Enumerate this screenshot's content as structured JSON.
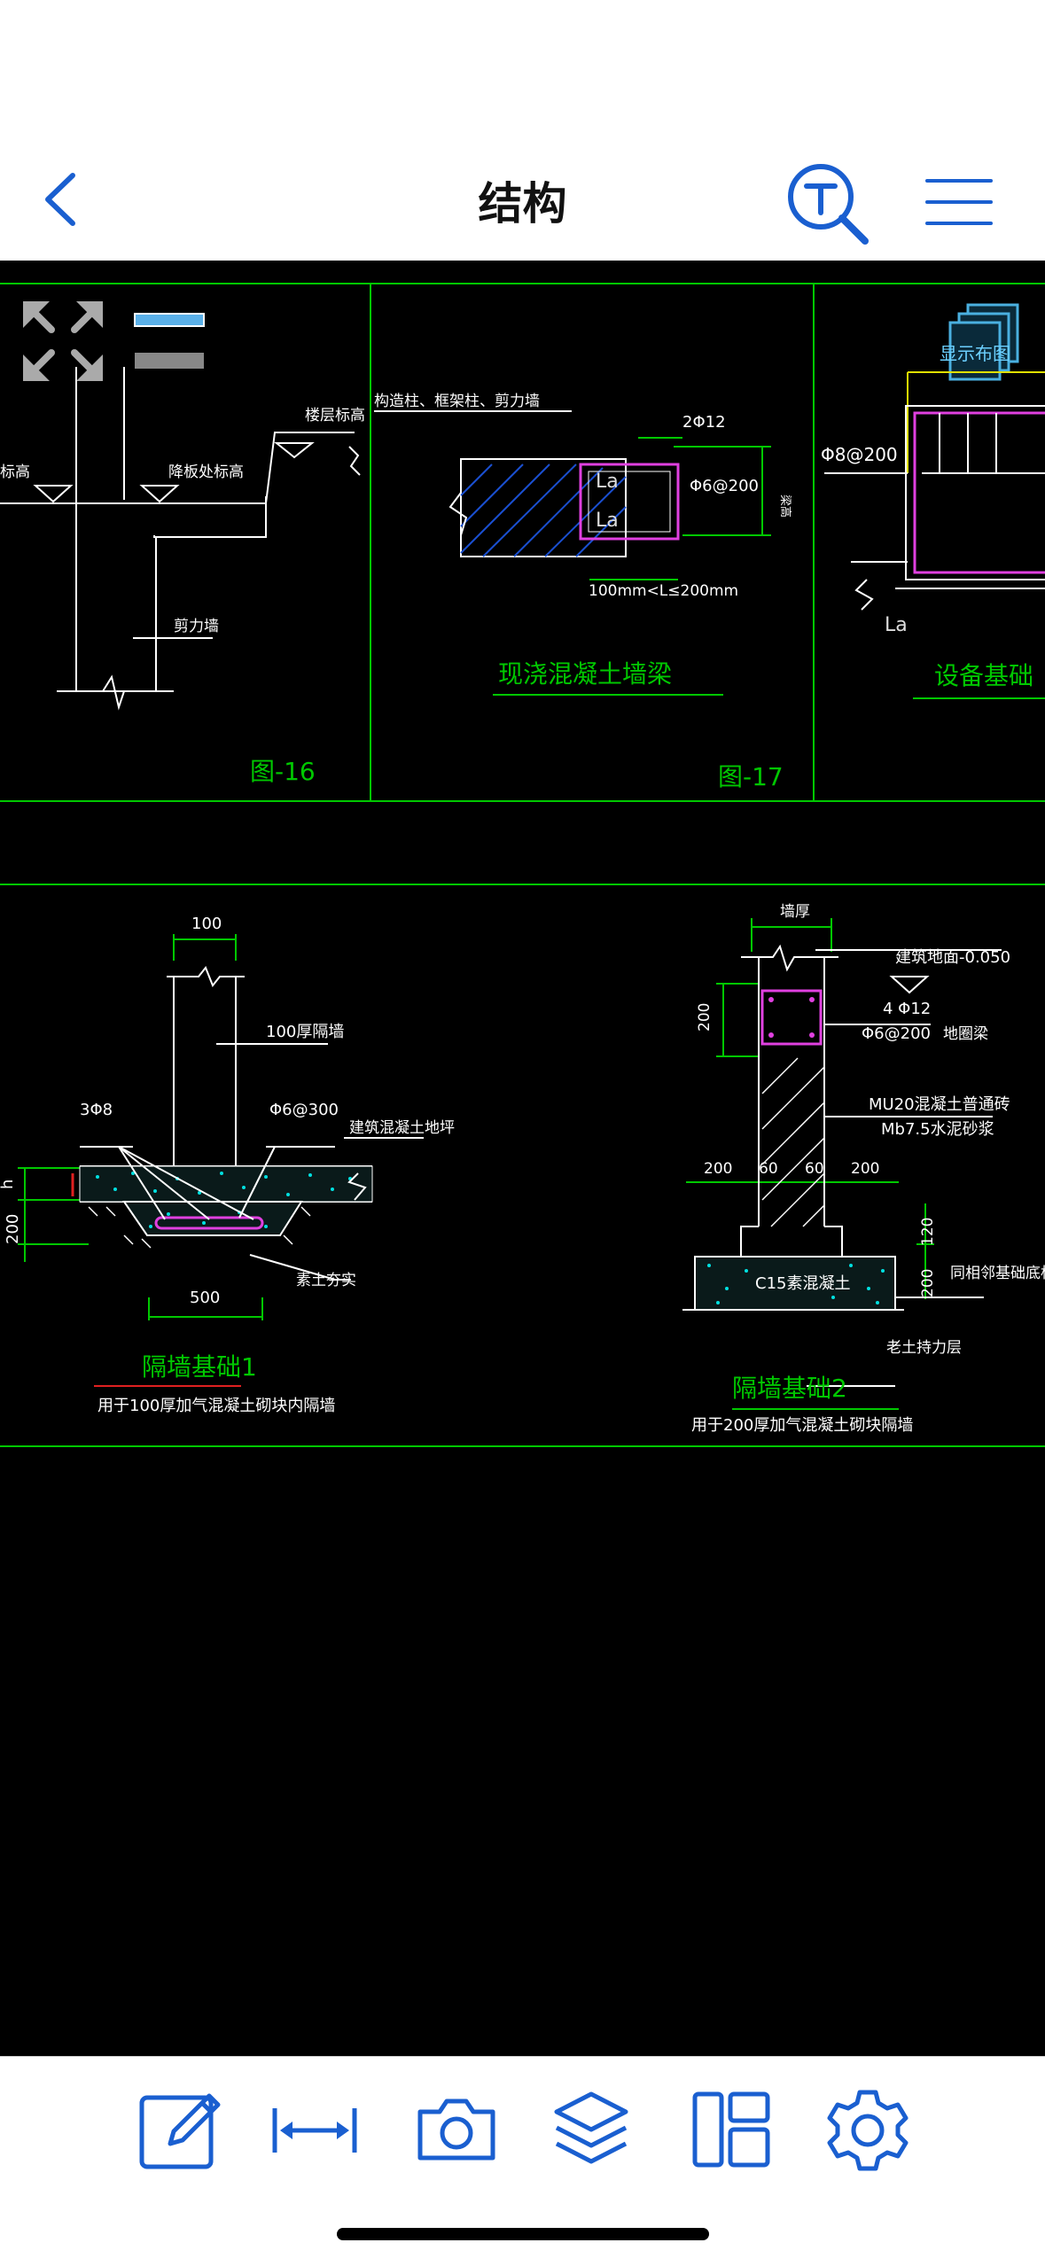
{
  "header": {
    "title": "结构",
    "back_icon": "chevron-left-icon",
    "text_search_icon": "text-search-icon",
    "menu_icon": "hamburger-menu-icon"
  },
  "drawing": {
    "layout_button_label": "显示布图",
    "fig16": {
      "floor_elev": "楼层标高",
      "elev_left": "标高",
      "drop_elev": "降板处标高",
      "shear_wall": "剪力墙",
      "fig_no": "图-16"
    },
    "fig17": {
      "top_note": "构造柱、框架柱、剪力墙",
      "rebar_top": "2Φ12",
      "stirrup": "Φ6@200",
      "la1": "La",
      "la2": "La",
      "range": "100mm<L≤200mm",
      "beam_height": "梁高",
      "caption": "现浇混凝土墙梁",
      "fig_no": "图-17"
    },
    "equip": {
      "rebar": "Φ8@200",
      "la": "La",
      "caption": "设备基础"
    },
    "partition1": {
      "dim_top": "100",
      "wall": "100厚隔墙",
      "rebar": "3Φ8",
      "stirrup": "Φ6@300",
      "slab": "建筑混凝土地坪",
      "dim_h": "h",
      "dim_200": "200",
      "soil": "素土夯实",
      "dim_500": "500",
      "caption": "隔墙基础1",
      "note": "用于100厚加气混凝土砌块内隔墙"
    },
    "partition2": {
      "wall_thk": "墙厚",
      "ground": "建筑地面-0.050",
      "rebar": "4 Φ12",
      "stirrup": "Φ6@200",
      "ring_beam": "地圈梁",
      "dim_200v": "200",
      "brick": "MU20混凝土普通砖",
      "mortar": "Mb7.5水泥砂浆",
      "d200a": "200",
      "d60a": "60",
      "d60b": "60",
      "d200b": "200",
      "d120": "120",
      "d200c": "200",
      "base_elev": "同相邻基础底标高",
      "concrete": "C15素混凝土",
      "bearing": "老土持力层",
      "caption": "隔墙基础2",
      "note": "用于200厚加气混凝土砌块隔墙"
    }
  },
  "toolbar": {
    "items": [
      "edit-icon",
      "measure-icon",
      "camera-icon",
      "layers-icon",
      "layout-icon",
      "settings-icon"
    ]
  },
  "colors": {
    "accent": "#1a5fd0",
    "cad_green": "#00c800",
    "cad_white": "#ffffff",
    "cad_magenta": "#e040e0",
    "cad_cyan": "#00e0e0"
  }
}
